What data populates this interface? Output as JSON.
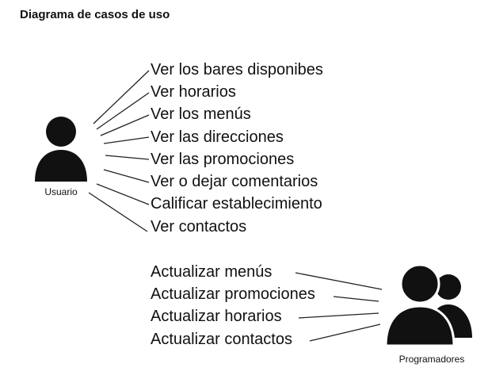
{
  "title": "Diagrama de casos de uso",
  "actors": {
    "user": {
      "label": "Usuario",
      "icon": "person-icon"
    },
    "programmers": {
      "label": "Programadores",
      "icon": "group-icon"
    }
  },
  "user_use_cases": [
    "Ver los bares disponibes",
    "Ver horarios",
    "Ver los menús",
    "Ver las direcciones",
    "Ver las promociones",
    "Ver o dejar comentarios",
    "Calificar establecimiento",
    "Ver contactos"
  ],
  "programmer_use_cases": [
    "Actualizar menús",
    "Actualizar promociones",
    "Actualizar horarios",
    "Actualizar contactos"
  ],
  "colors": {
    "text": "#111111",
    "icon": "#111111",
    "line": "#222222",
    "background": "#ffffff"
  }
}
